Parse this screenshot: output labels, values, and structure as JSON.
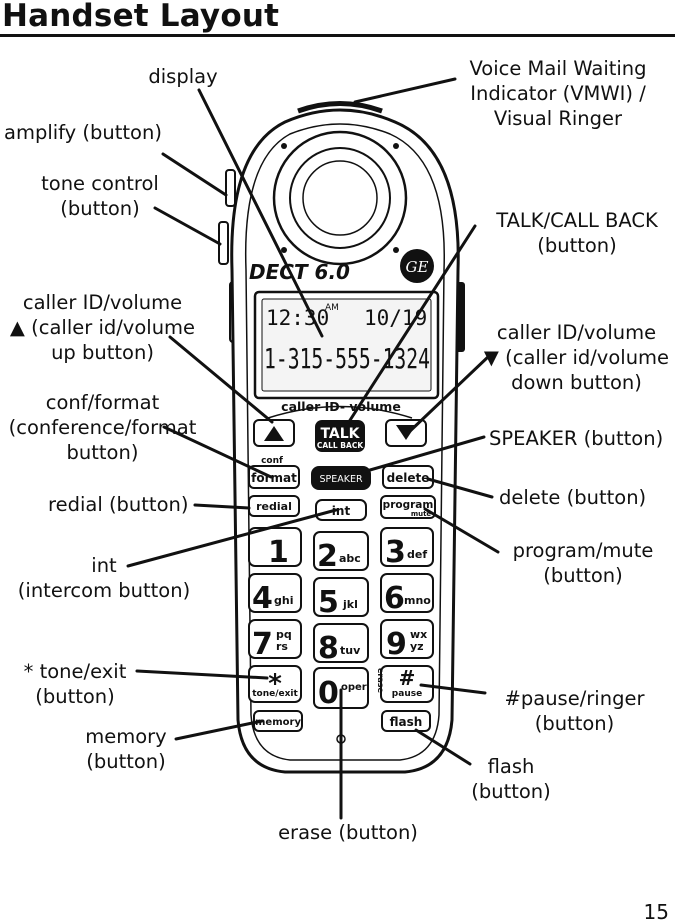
{
  "page": {
    "title": "Handset Layout",
    "page_number": "15"
  },
  "phone": {
    "brand": "DECT 6.0",
    "display": {
      "time": "12:30",
      "ampm": "AM",
      "date": "10/19",
      "number": "1-315-555-1324"
    },
    "keys": {
      "caller_id_volume": "caller ID- volume",
      "talk": "TALK",
      "call_back": "CALL BACK",
      "conf": "conf",
      "format": "format",
      "speaker": "SPEAKER",
      "delete": "delete",
      "redial": "redial",
      "int": "int",
      "program": "program",
      "mute": "mute",
      "k1": "1",
      "k2": "2",
      "k2s": "abc",
      "k3": "3",
      "k3s": "def",
      "k4": "4",
      "k4s": "ghi",
      "k5": "5",
      "k5s": "jkl",
      "k6": "6",
      "k6s": "mno",
      "k7": "7",
      "k7s1": "pq",
      "k7s2": "rs",
      "k8": "8",
      "k8s": "tuv",
      "k9": "9",
      "k9s1": "wx",
      "k9s2": "yz",
      "star": "*",
      "tone_exit": "tone/exit",
      "k0": "0",
      "oper": "oper",
      "erase": "erase",
      "hash": "#",
      "pause": "pause",
      "memory": "memory",
      "flash": "flash"
    }
  },
  "labels": {
    "display": "display",
    "vmwi": "Voice Mail Waiting\nIndicator (VMWI) /\nVisual Ringer",
    "amplify": "amplify (button)",
    "tone_control": "tone control\n(button)",
    "talk_callback": "TALK/CALL BACK\n(button)",
    "caller_id_up": "caller ID/volume\n▲ (caller id/volume\nup button)",
    "caller_id_down": "caller ID/volume\n▼ (caller id/volume\ndown button)",
    "conf_format": "conf/format\n(conference/format\nbutton)",
    "speaker": "SPEAKER (button)",
    "redial": "redial (button)",
    "delete": "delete (button)",
    "int": "int\n(intercom button)",
    "program_mute": "program/mute\n(button)",
    "tone_exit": "* tone/exit\n(button)",
    "pause_ringer": "#pause/ringer\n(button)",
    "memory": "memory\n(button)",
    "flash": "flash\n(button)",
    "erase": "erase (button)"
  },
  "colors": {
    "ink": "#111111",
    "paper": "#ffffff",
    "lcd": "#f4f4f4"
  }
}
